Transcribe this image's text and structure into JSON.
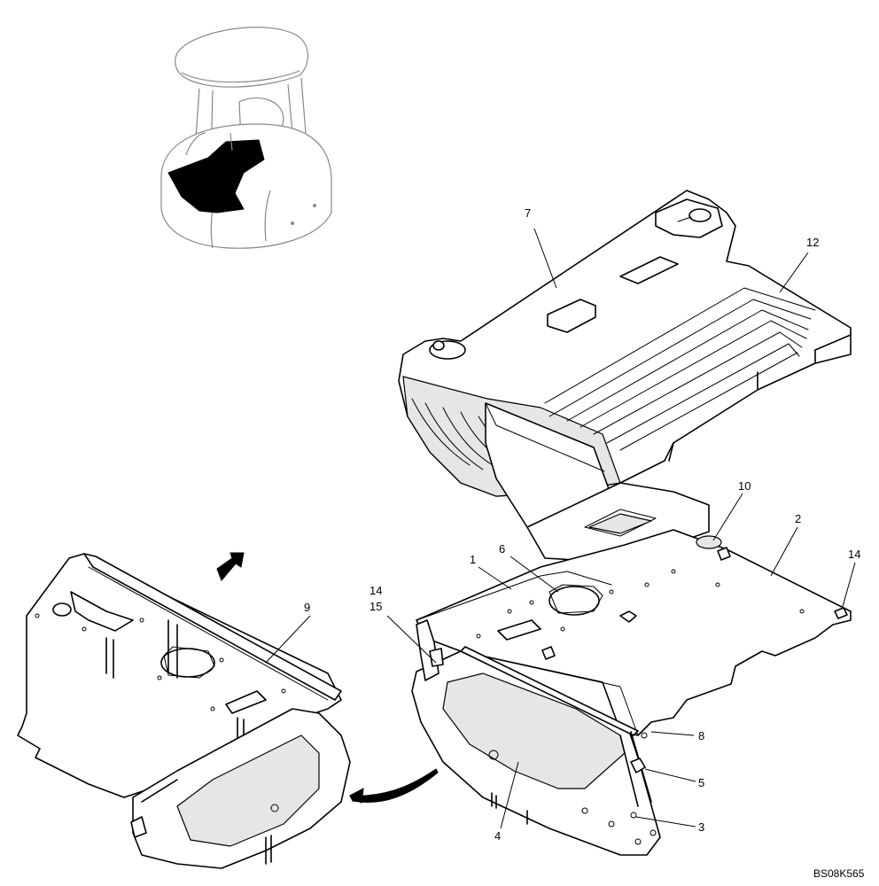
{
  "callouts": {
    "c1": "1",
    "c2": "2",
    "c3": "3",
    "c4": "4",
    "c5": "5",
    "c6": "6",
    "c7": "7",
    "c8": "8",
    "c9": "9",
    "c10": "10",
    "c12": "12",
    "c14a": "14",
    "c14b": "14",
    "c15": "15"
  },
  "drawing_code": "BS08K565"
}
